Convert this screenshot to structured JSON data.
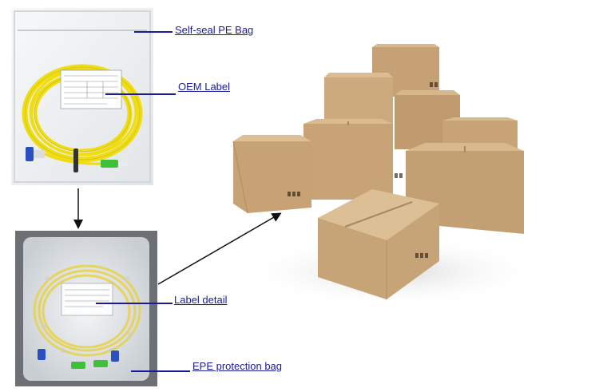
{
  "labels": {
    "pe_bag": "Self-seal PE Bag",
    "oem_label": "OEM Label",
    "label_detail": "Label detail",
    "epe_bag": "EPE protection bag"
  },
  "colors": {
    "label_text": "#1a1a9a",
    "leader_line": "#1a1a9a",
    "cable_yellow": "#f2e21a",
    "cardboard": "#c9a57a",
    "connector_green": "#3fbf3a",
    "connector_blue": "#2a4fbf"
  }
}
